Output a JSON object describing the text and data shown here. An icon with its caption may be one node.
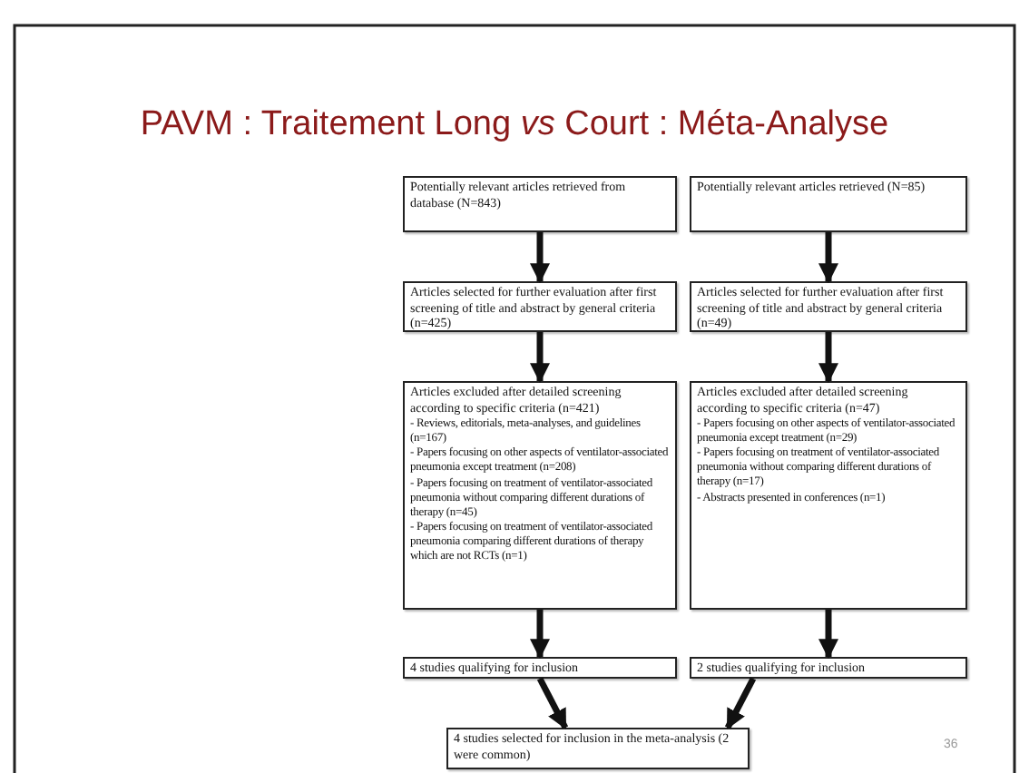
{
  "diagram": {
    "title": "PAVM : Traitement Long *vs* Court : Méta-Analyse",
    "nodes": [
      {
        "text": [
          "Potentially relevant articles retrieved from database (N=843)"
        ]
      },
      {
        "text": [
          "Potentially relevant articles retrieved (N=85)"
        ]
      },
      {
        "text": [
          "Articles selected for further evaluation after first screening of title and abstract by general criteria (n=425)"
        ]
      },
      {
        "text": [
          "Articles selected for further evaluation after first screening of title and abstract by general criteria (n=49)"
        ]
      },
      {
        "text": [
          "Articles excluded after detailed screening according to specific criteria (n=421)",
          "- Reviews, editorials, meta-analyses, and guidelines (n=167)",
          "- Papers focusing on other aspects of ventilator-associated pneumonia except treatment (n=208)",
          "- Papers focusing on treatment of ventilator-associated pneumonia without comparing different durations of therapy (n=45)",
          "- Papers focusing on treatment of ventilator-associated pneumonia comparing different durations of therapy which are not RCTs (n=1)"
        ]
      },
      {
        "text": [
          "Articles excluded after detailed screening according to specific criteria (n=47)",
          "- Papers focusing on other aspects of ventilator-associated pneumonia except treatment (n=29)",
          "- Papers focusing on treatment of ventilator-associated pneumonia without comparing different durations of therapy (n=17)",
          "- Abstracts presented in conferences (n=1)"
        ]
      },
      {
        "text": [
          "4 studies qualifying for inclusion"
        ]
      },
      {
        "text": [
          "2 studies qualifying for inclusion"
        ]
      },
      {
        "text": [
          "4 studies selected for inclusion in the meta-analysis (2 were common)"
        ]
      }
    ],
    "edges": [
      {
        "from": 0,
        "to": 2,
        "arrow": "to"
      },
      {
        "from": 2,
        "to": 4,
        "arrow": "to"
      },
      {
        "from": 4,
        "to": 6,
        "arrow": "to"
      },
      {
        "from": 6,
        "to": 8,
        "arrow": "to"
      },
      {
        "from": 1,
        "to": 3,
        "arrow": "to"
      },
      {
        "from": 3,
        "to": 5,
        "arrow": "to"
      },
      {
        "from": 5,
        "to": 7,
        "arrow": "to"
      },
      {
        "from": 7,
        "to": 8,
        "arrow": "to"
      }
    ],
    "labels": [
      "36"
    ]
  }
}
